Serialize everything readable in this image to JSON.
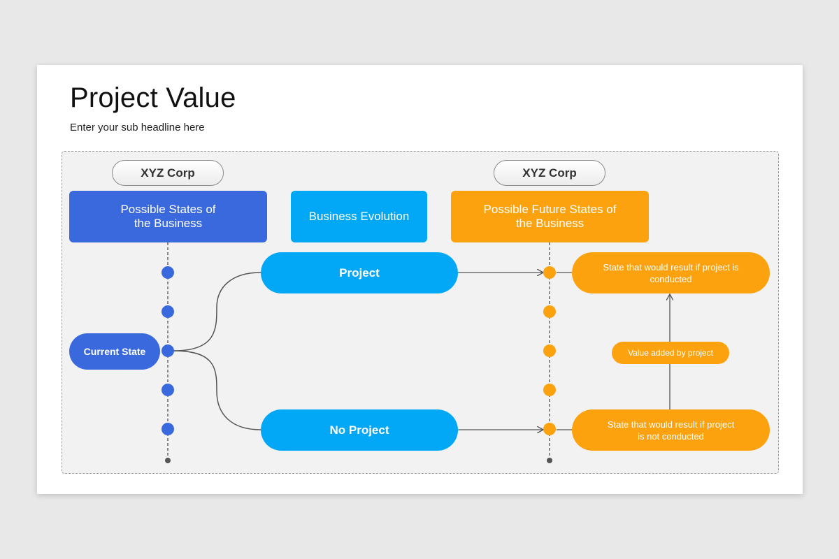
{
  "slide": {
    "title": "Project Value",
    "subtitle": "Enter your sub headline here"
  },
  "diagram": {
    "left_corp": "XYZ Corp",
    "right_corp": "XYZ Corp",
    "left_header": "Possible States of\nthe Business",
    "middle_header": "Business Evolution",
    "right_header": "Possible Future States of\nthe Business",
    "current_state": "Current State",
    "project": "Project",
    "no_project": "No Project",
    "state_conducted": "State that would result if project is\nconducted",
    "state_not_conducted": "State that would result if project\nis not conducted",
    "value_added": "Value added by project"
  },
  "colors": {
    "blue": "#3a69de",
    "cyan": "#02a8f5",
    "orange": "#fca20f",
    "connector": "#555555"
  }
}
